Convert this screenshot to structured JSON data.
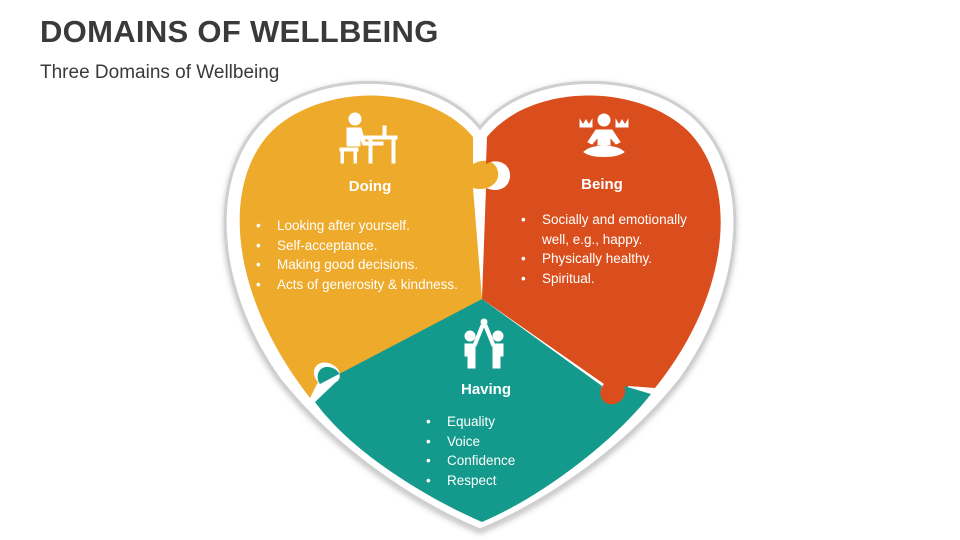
{
  "header": {
    "title": "DOMAINS OF WELLBEING",
    "subtitle": "Three Domains of Wellbeing"
  },
  "colors": {
    "doing": "#EEAA2A",
    "being": "#D94E1C",
    "having": "#139A8C",
    "outline": "#C9C9C9"
  },
  "domains": {
    "doing": {
      "icon": "person-at-desk-icon",
      "title": "Doing",
      "items": [
        "Looking after yourself.",
        "Self-acceptance.",
        "Making good decisions.",
        "Acts of generosity & kindness."
      ]
    },
    "being": {
      "icon": "meditation-icon",
      "title": "Being",
      "items": [
        "Socially and emotionally well, e.g., happy.",
        "Physically healthy.",
        "Spiritual."
      ]
    },
    "having": {
      "icon": "high-five-icon",
      "title": "Having",
      "items": [
        "Equality",
        "Voice",
        "Confidence",
        "Respect"
      ]
    }
  }
}
